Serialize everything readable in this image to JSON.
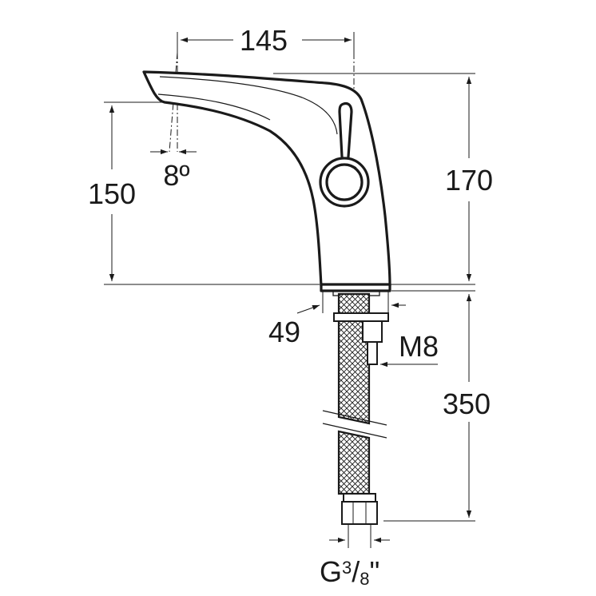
{
  "dimensions": {
    "spout_reach": "145",
    "spout_height": "150",
    "overall_height": "170",
    "spout_angle": "8º",
    "base_diameter": "49",
    "fixing_thread": "M8",
    "hose_length": "350",
    "connection_thread_prefix": "G",
    "connection_thread_numerator": "3",
    "connection_thread_slash": "/",
    "connection_thread_denominator": "8",
    "connection_thread_suffix": "\""
  },
  "colors": {
    "ink": "#1a1a1a",
    "background": "#ffffff"
  }
}
